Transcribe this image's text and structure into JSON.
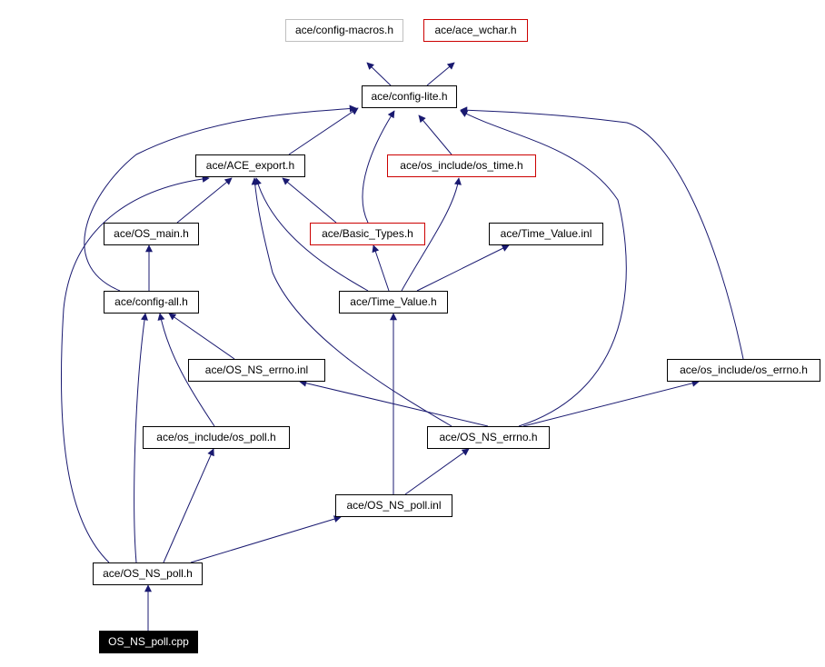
{
  "diagram": {
    "type": "include-dependency-graph",
    "edge_color": "#191970",
    "legend_colors": {
      "documented": "#000000",
      "undocumented_red": "#cc0000",
      "external_gray": "#bfbfbf",
      "root_fill": "#000000"
    },
    "nodes": {
      "config_macros": "ace/config-macros.h",
      "ace_wchar": "ace/ace_wchar.h",
      "config_lite": "ace/config-lite.h",
      "ace_export": "ace/ACE_export.h",
      "os_time": "ace/os_include/os_time.h",
      "os_main": "ace/OS_main.h",
      "basic_types": "ace/Basic_Types.h",
      "time_value_inl": "ace/Time_Value.inl",
      "config_all": "ace/config-all.h",
      "time_value": "ace/Time_Value.h",
      "os_ns_errno_inl": "ace/OS_NS_errno.inl",
      "os_errno": "ace/os_include/os_errno.h",
      "os_poll": "ace/os_include/os_poll.h",
      "os_ns_errno": "ace/OS_NS_errno.h",
      "os_ns_poll_inl": "ace/OS_NS_poll.inl",
      "os_ns_poll": "ace/OS_NS_poll.h",
      "root": "OS_NS_poll.cpp"
    },
    "edges": [
      [
        "config_lite",
        "config_macros"
      ],
      [
        "config_lite",
        "ace_wchar"
      ],
      [
        "ace_export",
        "config_lite"
      ],
      [
        "os_time",
        "config_lite"
      ],
      [
        "basic_types",
        "config_lite"
      ],
      [
        "basic_types",
        "ace_export"
      ],
      [
        "os_main",
        "ace_export"
      ],
      [
        "config_all",
        "config_lite"
      ],
      [
        "config_all",
        "os_main"
      ],
      [
        "time_value",
        "ace_export"
      ],
      [
        "time_value",
        "basic_types"
      ],
      [
        "time_value",
        "os_time"
      ],
      [
        "time_value",
        "time_value_inl"
      ],
      [
        "os_ns_errno_inl",
        "config_all"
      ],
      [
        "os_errno",
        "config_lite"
      ],
      [
        "os_poll",
        "config_all"
      ],
      [
        "os_ns_errno",
        "ace_export"
      ],
      [
        "os_ns_errno",
        "config_lite"
      ],
      [
        "os_ns_errno",
        "os_ns_errno_inl"
      ],
      [
        "os_ns_errno",
        "os_errno"
      ],
      [
        "os_ns_poll_inl",
        "time_value"
      ],
      [
        "os_ns_poll_inl",
        "os_ns_errno"
      ],
      [
        "os_ns_poll",
        "ace_export"
      ],
      [
        "os_ns_poll",
        "config_all"
      ],
      [
        "os_ns_poll",
        "os_poll"
      ],
      [
        "os_ns_poll",
        "os_ns_poll_inl"
      ],
      [
        "root",
        "os_ns_poll"
      ]
    ]
  }
}
